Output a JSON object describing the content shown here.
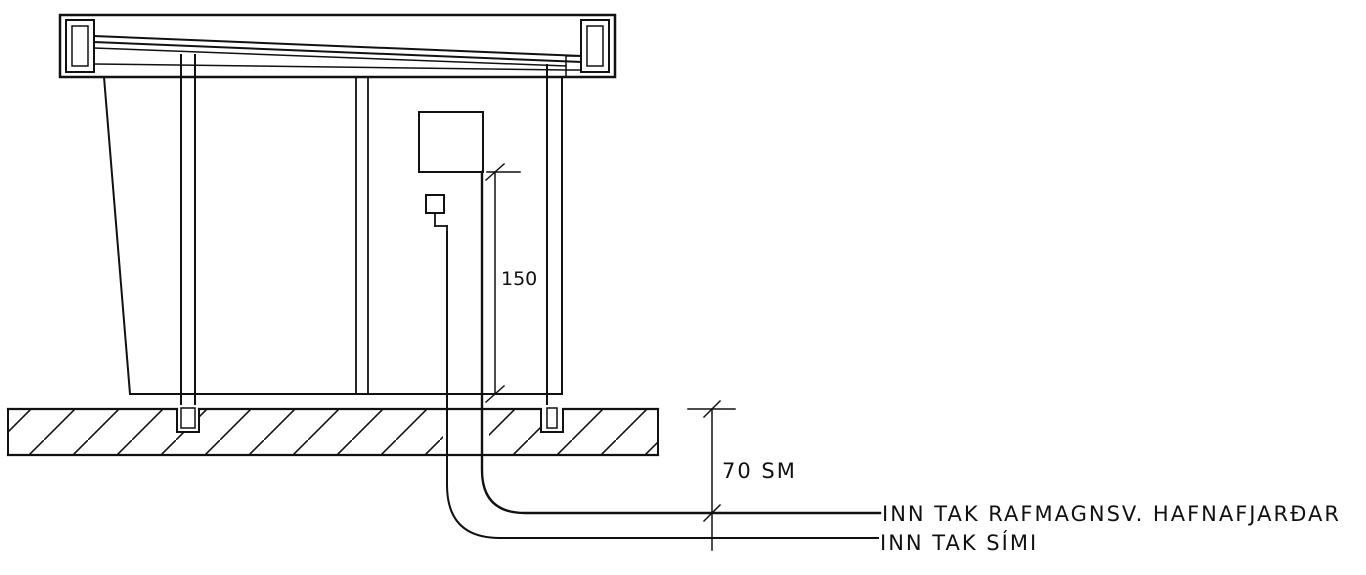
{
  "drawing": {
    "dimensions": {
      "height_box": "150",
      "depth": "70 SM"
    },
    "labels": {
      "power_intake": "INN TAK RAFMAGNSV. HAFNAFJARÐAR",
      "phone_intake": "INN TAK SÍMI"
    },
    "colors": {
      "line": "#111111",
      "background": "#ffffff"
    }
  }
}
